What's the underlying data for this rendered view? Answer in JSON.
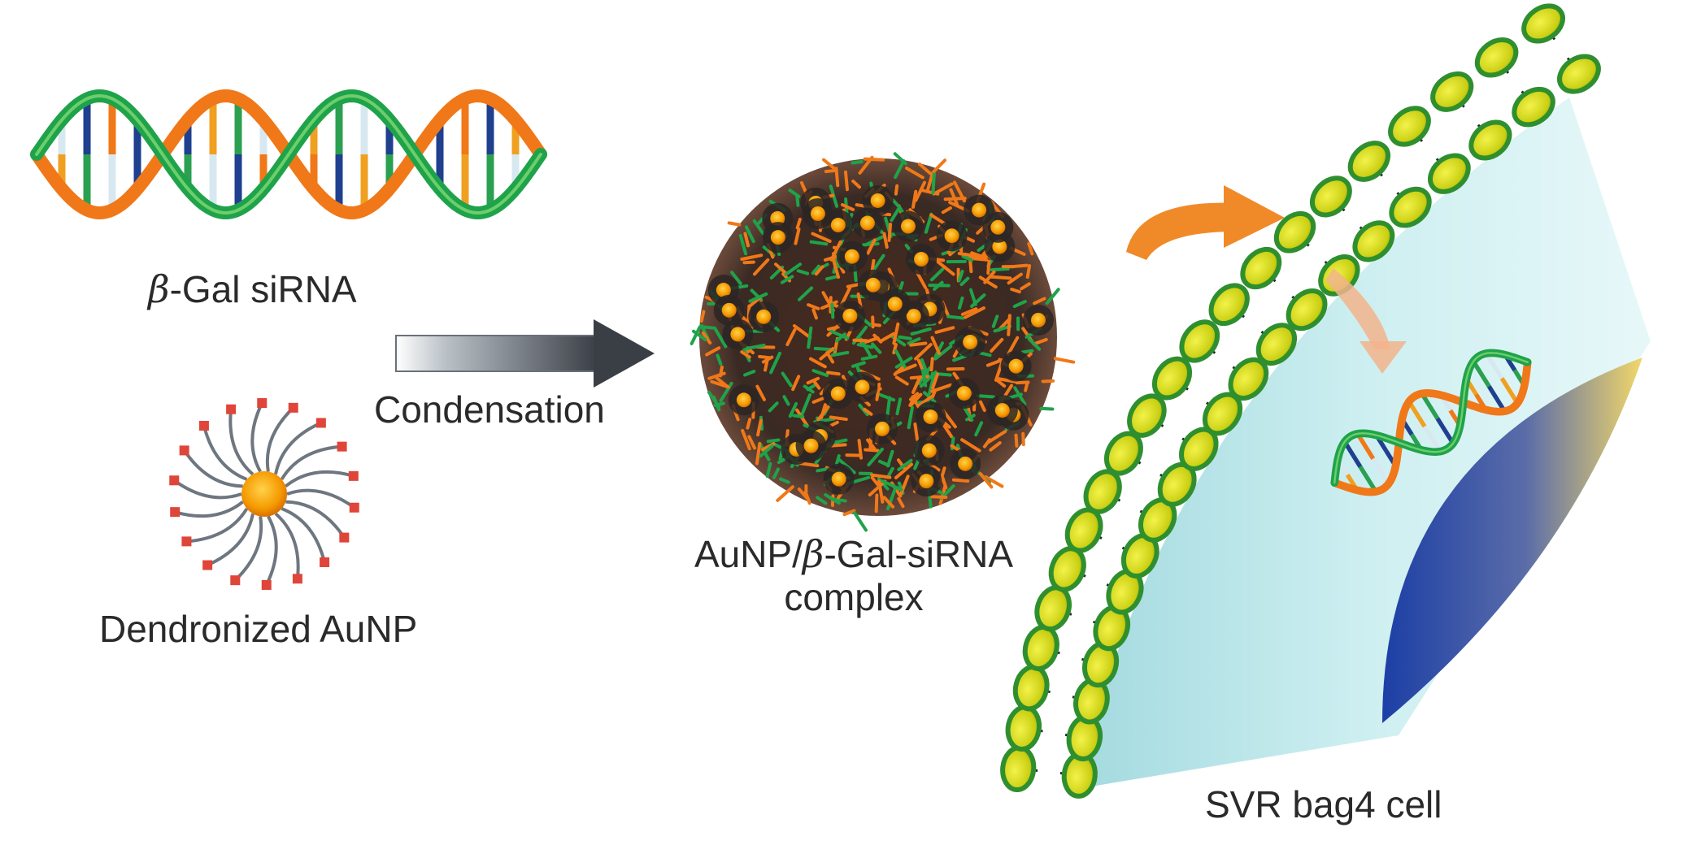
{
  "labels": {
    "sirna_greek": "β",
    "sirna_rest": "-Gal siRNA",
    "condensation": "Condensation",
    "dendronized": "Dendronized AuNP",
    "complex_line1_a": "AuNP/",
    "complex_line1_greek": "β",
    "complex_line1_b": "-Gal-siRNA",
    "complex_line2": "complex",
    "cell": "SVR bag4 cell"
  },
  "colors": {
    "helix_green": "#1fa34a",
    "helix_orange": "#f07818",
    "gold_core": "#f5a000",
    "lipid_head": "#d8dc10",
    "lipid_outline": "#2f8f2f",
    "cytoplasm": "#bfe6ea",
    "nucleus_blue": "#1f3f9f",
    "arrow_gray": "#4a4f55",
    "uptake_arrow": "#f08a28"
  },
  "icons": {
    "sirna": "double-helix-icon",
    "dendron": "dendronized-nanoparticle-icon",
    "complex": "nanoparticle-complex-icon",
    "membrane": "lipid-bilayer-icon",
    "nucleus": "nucleus-icon"
  }
}
